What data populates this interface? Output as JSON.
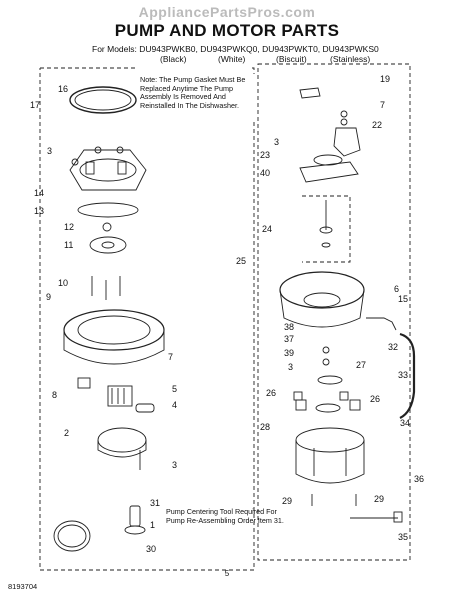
{
  "watermark": "AppliancePartsPros.com",
  "title": "PUMP AND MOTOR PARTS",
  "models": {
    "prefix": "For Models:",
    "list": "DU943PWKB0, DU943PWKQ0, DU943PWKT0, DU943PWKS0",
    "variants": [
      "(Black)",
      "(White)",
      "(Biscuit)",
      "(Stainless)"
    ]
  },
  "notes": {
    "pump_gasket": "Note: The Pump Gasket Must Be Replaced Anytime The Pump Assembly Is Removed And Reinstalled In The Dishwasher.",
    "centering_tool": "Pump Centering Tool Required For Pump Re-Assembling Order Item 31."
  },
  "footer": {
    "doc_number": "8193704",
    "page": "5"
  },
  "callouts": [
    {
      "id": "c16",
      "text": "16"
    },
    {
      "id": "c17",
      "text": "17"
    },
    {
      "id": "c3a",
      "text": "3"
    },
    {
      "id": "c14",
      "text": "14"
    },
    {
      "id": "c13",
      "text": "13"
    },
    {
      "id": "c12",
      "text": "12"
    },
    {
      "id": "c11",
      "text": "11"
    },
    {
      "id": "c10",
      "text": "10"
    },
    {
      "id": "c9",
      "text": "9"
    },
    {
      "id": "c8",
      "text": "8"
    },
    {
      "id": "c7a",
      "text": "7"
    },
    {
      "id": "c5",
      "text": "5"
    },
    {
      "id": "c4",
      "text": "4"
    },
    {
      "id": "c2",
      "text": "2"
    },
    {
      "id": "c3b",
      "text": "3"
    },
    {
      "id": "c31",
      "text": "31"
    },
    {
      "id": "c1",
      "text": "1"
    },
    {
      "id": "c30",
      "text": "30"
    },
    {
      "id": "c19",
      "text": "19"
    },
    {
      "id": "c7b",
      "text": "7"
    },
    {
      "id": "c22",
      "text": "22"
    },
    {
      "id": "c3c",
      "text": "3"
    },
    {
      "id": "c23",
      "text": "23"
    },
    {
      "id": "c40",
      "text": "40"
    },
    {
      "id": "c24",
      "text": "24"
    },
    {
      "id": "c25",
      "text": "25"
    },
    {
      "id": "c6",
      "text": "6"
    },
    {
      "id": "c15",
      "text": "15"
    },
    {
      "id": "c38",
      "text": "38"
    },
    {
      "id": "c37",
      "text": "37"
    },
    {
      "id": "c39",
      "text": "39"
    },
    {
      "id": "c3d",
      "text": "3"
    },
    {
      "id": "c27",
      "text": "27"
    },
    {
      "id": "c32",
      "text": "32"
    },
    {
      "id": "c26a",
      "text": "26"
    },
    {
      "id": "c26b",
      "text": "26"
    },
    {
      "id": "c33",
      "text": "33"
    },
    {
      "id": "c28",
      "text": "28"
    },
    {
      "id": "c34",
      "text": "34"
    },
    {
      "id": "c36",
      "text": "36"
    },
    {
      "id": "c29a",
      "text": "29"
    },
    {
      "id": "c29b",
      "text": "29"
    },
    {
      "id": "c35",
      "text": "35"
    }
  ]
}
